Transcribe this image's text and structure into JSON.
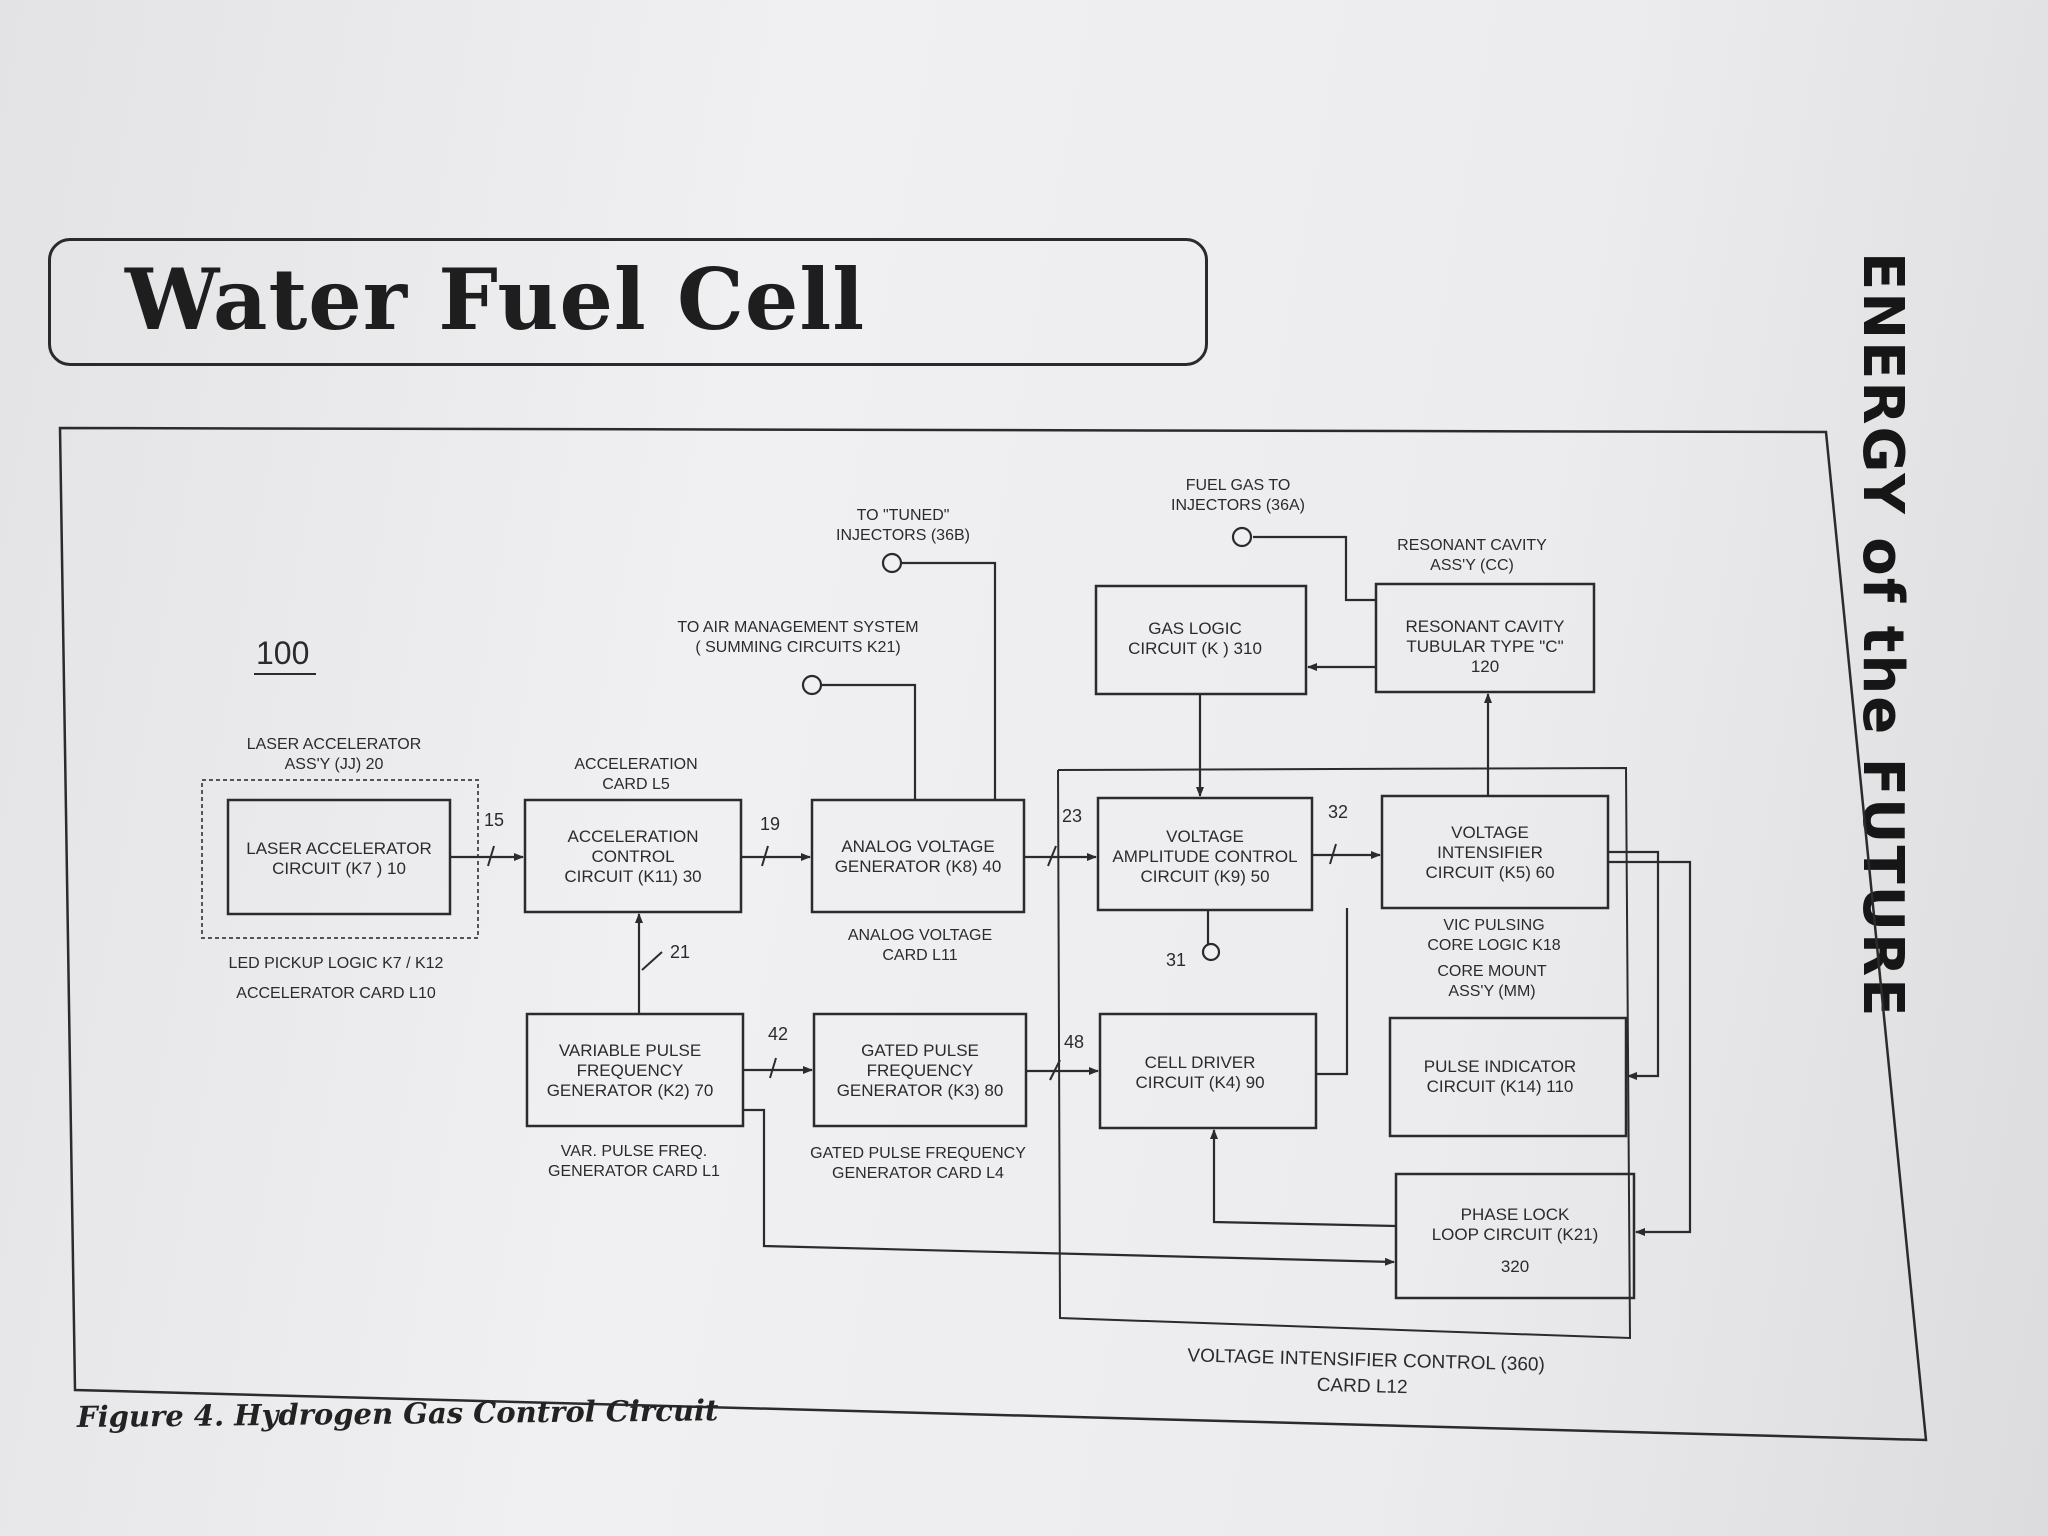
{
  "title": "Water Fuel Cell",
  "side_title": "ENERGY of the FUTURE",
  "caption": "Figure 4.  Hydrogen Gas Control Circuit",
  "diagram_number": "100",
  "blocks": {
    "laser": [
      "LASER ACCELERATOR",
      "CIRCUIT (K7 ) 10"
    ],
    "accel": [
      "ACCELERATION",
      "CONTROL",
      "CIRCUIT (K11) 30"
    ],
    "analog": [
      "ANALOG VOLTAGE",
      "GENERATOR (K8)  40"
    ],
    "vamp": [
      "VOLTAGE",
      "AMPLITUDE CONTROL",
      "CIRCUIT (K9)  50"
    ],
    "vint": [
      "VOLTAGE",
      "INTENSIFIER",
      "CIRCUIT (K5)  60"
    ],
    "gaslogic": [
      "GAS LOGIC",
      "CIRCUIT (K  ) 310"
    ],
    "resonant": [
      "RESONANT CAVITY",
      "TUBULAR  TYPE \"C\"",
      "120"
    ],
    "varpulse": [
      "VARIABLE PULSE",
      "FREQUENCY",
      "GENERATOR (K2) 70"
    ],
    "gated": [
      "GATED PULSE",
      "FREQUENCY",
      "GENERATOR (K3)  80"
    ],
    "celldriver": [
      "CELL DRIVER",
      "CIRCUIT (K4) 90"
    ],
    "pulseind": [
      "PULSE INDICATOR",
      "CIRCUIT (K14)  110"
    ],
    "pll": [
      "PHASE LOCK",
      "LOOP CIRCUIT (K21)",
      "320"
    ]
  },
  "labels": {
    "laser_assy": [
      "LASER ACCELERATOR",
      "ASS'Y (JJ) 20"
    ],
    "accel_card": [
      "ACCELERATION",
      "CARD L5"
    ],
    "led_pickup": [
      "LED PICKUP LOGIC K7 / K12",
      "ACCELERATOR CARD L10"
    ],
    "tuned_inj": [
      "TO \"TUNED\"",
      "INJECTORS (36B)"
    ],
    "air_mgmt": [
      "TO AIR MANAGEMENT SYSTEM",
      "( SUMMING CIRCUITS K21)"
    ],
    "fuel_gas": [
      "FUEL GAS TO",
      "INJECTORS (36A)"
    ],
    "resonant_assy": [
      "RESONANT CAVITY",
      "ASS'Y (CC)"
    ],
    "analog_card": [
      "ANALOG VOLTAGE",
      "CARD L11"
    ],
    "vic_pulsing": [
      "VIC PULSING",
      "CORE LOGIC K18"
    ],
    "core_mount": [
      "CORE MOUNT",
      "ASS'Y (MM)"
    ],
    "varpulse_card": [
      "VAR. PULSE FREQ.",
      "GENERATOR CARD L1"
    ],
    "gated_card": [
      "GATED PULSE FREQUENCY",
      "GENERATOR CARD L4"
    ],
    "vic_control": [
      "VOLTAGE INTENSIFIER CONTROL (360)",
      "CARD L12"
    ]
  },
  "bus_numbers": [
    "15",
    "19",
    "23",
    "32",
    "21",
    "42",
    "48",
    "31"
  ]
}
